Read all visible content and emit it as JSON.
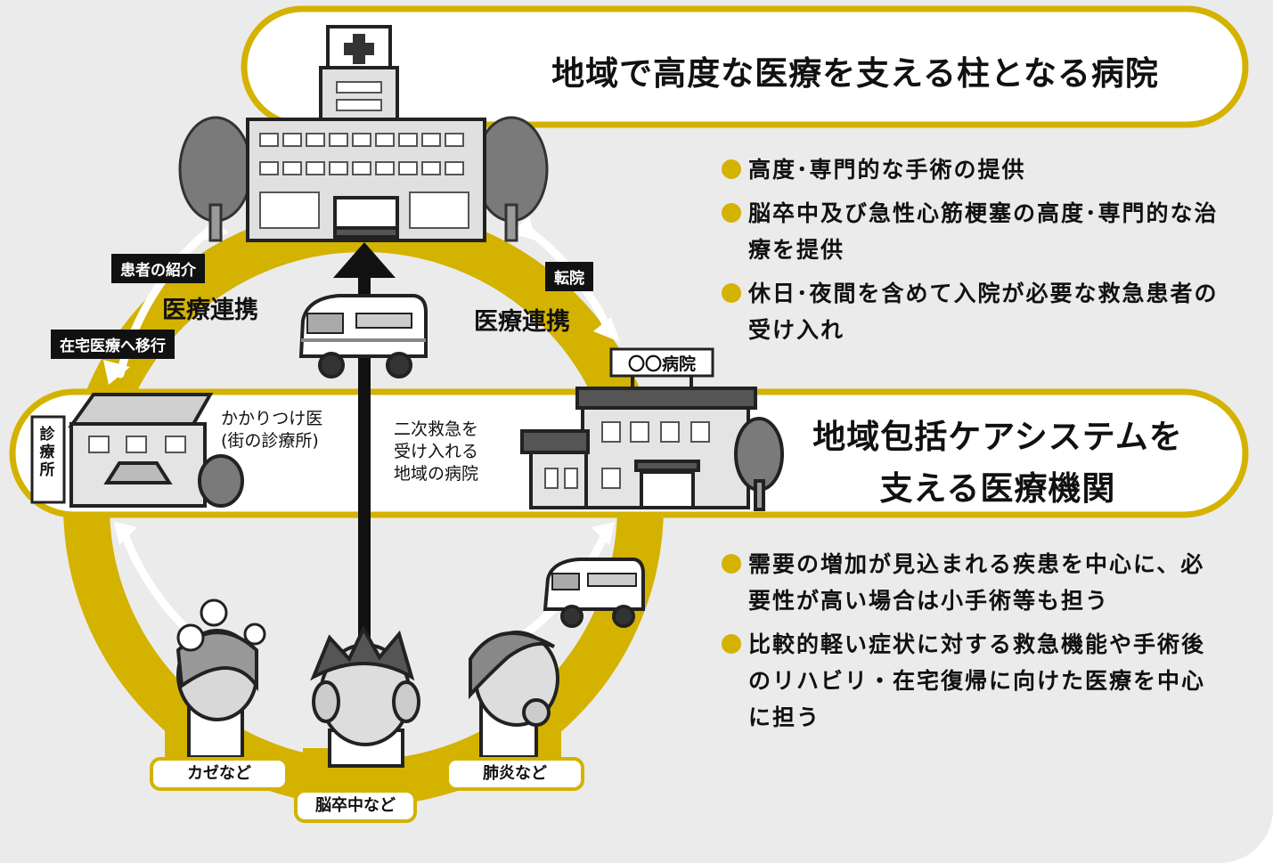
{
  "colors": {
    "accent": "#d4b200",
    "panel": "#ebebeb",
    "ink": "#111111"
  },
  "titles": {
    "top": "地域で高度な医療を支える柱となる病院",
    "middle_line1": "地域包括ケアシステムを",
    "middle_line2": "支える医療機関"
  },
  "bullets_top": [
    "高度･専門的な手術の提供",
    "脳卒中及び急性心筋梗塞の高度･専門的な治療を提供",
    "休日･夜間を含めて入院が必要な救急患者の受け入れ"
  ],
  "bullets_bottom": [
    "需要の増加が見込まれる疾患を中心に、必要性が高い場合は小手術等も担う",
    "比較的軽い症状に対する救急機能や手術後のリハビリ・在宅復帰に向けた医療を中心に担う"
  ],
  "labels": {
    "referral": "患者の紹介",
    "homecare": "在宅医療へ移行",
    "transfer": "転院",
    "coop_left": "医療連携",
    "coop_right": "医療連携",
    "clinic_line1": "かかりつけ医",
    "clinic_line2": "(街の診療所)",
    "secondary_line1": "二次救急を",
    "secondary_line2": "受け入れる",
    "secondary_line3": "地域の病院",
    "clinic_sign": "診療所",
    "hospital_sign": "〇〇病院"
  },
  "cases": {
    "cold": "カゼなど",
    "stroke": "脳卒中など",
    "pneumonia": "肺炎など"
  },
  "icons": [
    "hospital-icon",
    "clinic-icon",
    "regional-hospital-icon",
    "ambulance-icon",
    "tree-icon",
    "patient-icon"
  ]
}
